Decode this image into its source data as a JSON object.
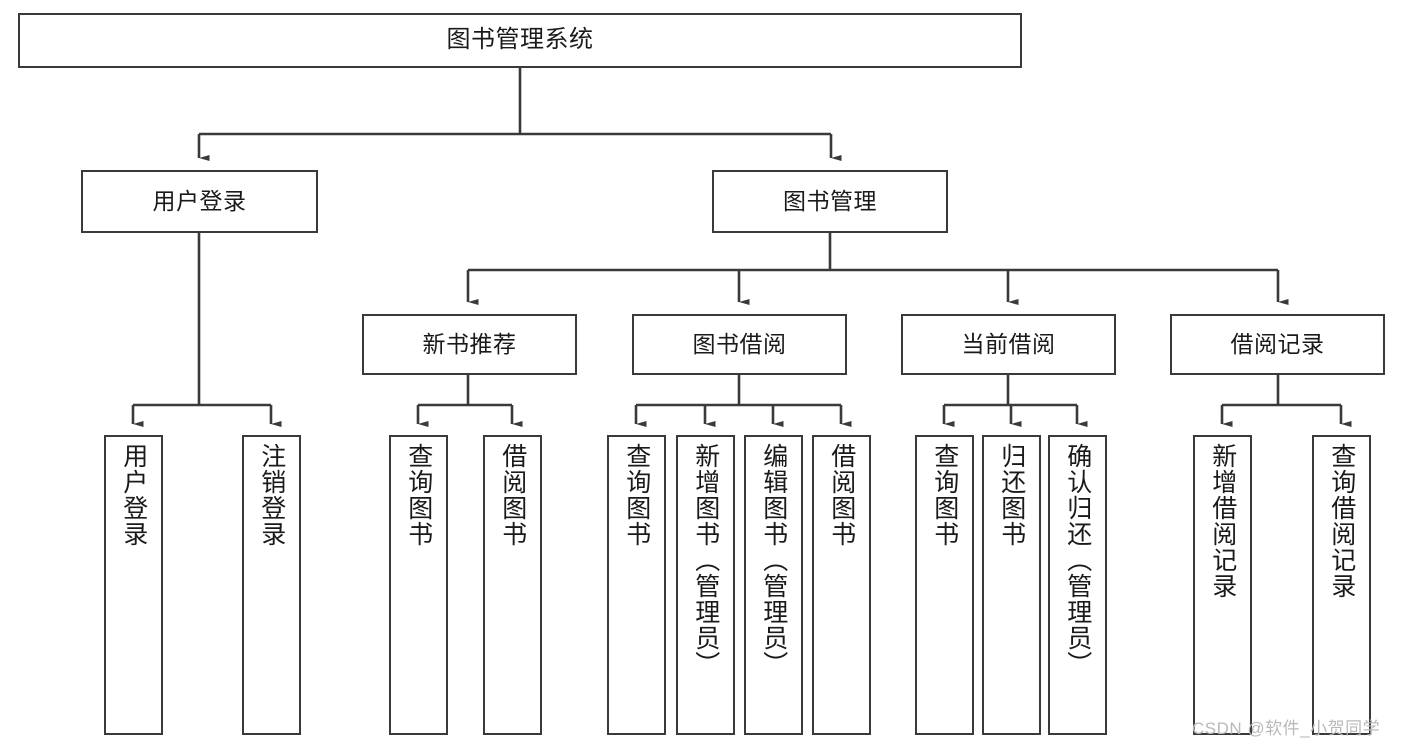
{
  "diagram": {
    "type": "tree-hierarchy",
    "title": "图书管理系统",
    "watermark": "CSDN @软件_小贺同学",
    "colors": {
      "stroke": "#3a3a3a",
      "fill": "#ffffff",
      "text": "#1a1a1a",
      "watermark": "#b9b9b9"
    },
    "nodes": {
      "root": {
        "label": "图书管理系统"
      },
      "level2": [
        {
          "id": "user-login",
          "label": "用户登录"
        },
        {
          "id": "book-manage",
          "label": "图书管理"
        }
      ],
      "level3": [
        {
          "id": "new-book-recommend",
          "label": "新书推荐"
        },
        {
          "id": "book-borrow",
          "label": "图书借阅"
        },
        {
          "id": "current-borrow",
          "label": "当前借阅"
        },
        {
          "id": "borrow-record",
          "label": "借阅记录"
        }
      ],
      "leaves": {
        "user-login": [
          {
            "id": "leaf-user-login",
            "label": "用户登录"
          },
          {
            "id": "leaf-logout-login",
            "label": "注销登录"
          }
        ],
        "new-book-recommend": [
          {
            "id": "leaf-query-book-1",
            "label": "查询图书"
          },
          {
            "id": "leaf-borrow-book-1",
            "label": "借阅图书"
          }
        ],
        "book-borrow": [
          {
            "id": "leaf-query-book-2",
            "label": "查询图书"
          },
          {
            "id": "leaf-add-book",
            "label": "新增图书（管理员）"
          },
          {
            "id": "leaf-edit-book",
            "label": "编辑图书（管理员）"
          },
          {
            "id": "leaf-borrow-book-2",
            "label": "借阅图书"
          }
        ],
        "current-borrow": [
          {
            "id": "leaf-query-book-3",
            "label": "查询图书"
          },
          {
            "id": "leaf-return-book",
            "label": "归还图书"
          },
          {
            "id": "leaf-confirm-return",
            "label": "确认归还（管理员）"
          }
        ],
        "borrow-record": [
          {
            "id": "leaf-add-record",
            "label": "新增借阅记录"
          },
          {
            "id": "leaf-query-record",
            "label": "查询借阅记录"
          }
        ]
      }
    }
  }
}
